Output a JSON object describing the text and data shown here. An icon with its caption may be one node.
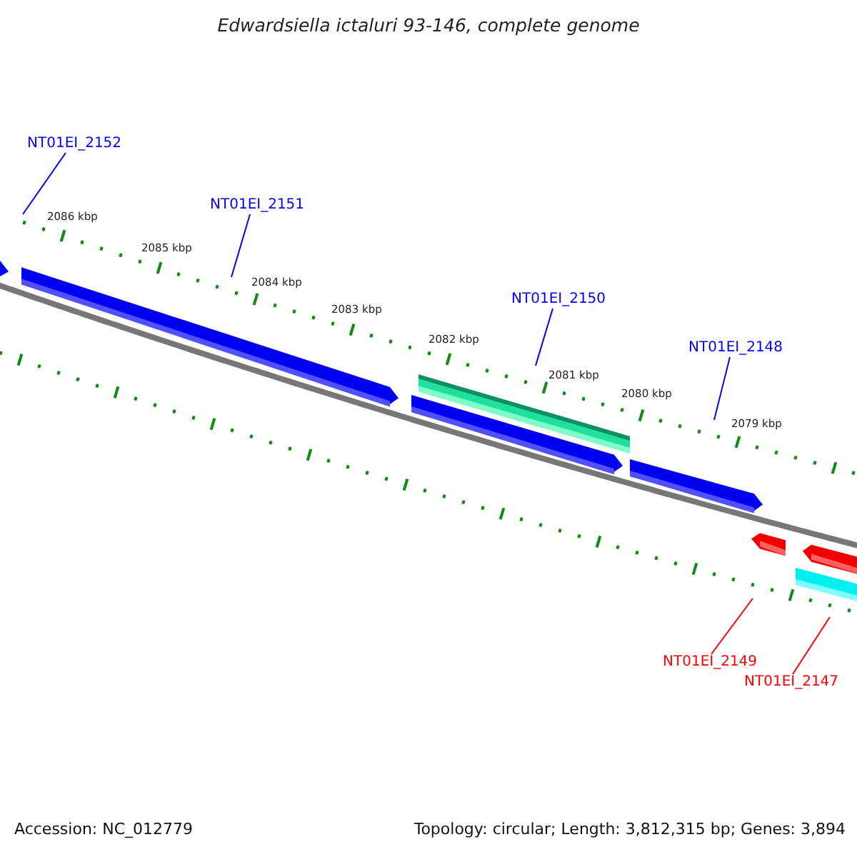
{
  "diagram": {
    "title": "Edwardsiella ictaluri 93-146, complete genome",
    "nodes": [
      {
        "text": [
          "NT01EI_2152"
        ]
      },
      {
        "text": [
          "NT01EI_2151"
        ]
      },
      {
        "text": [
          "NT01EI_2150"
        ]
      },
      {
        "text": [
          "NT01EI_2148"
        ]
      },
      {
        "text": [
          "NT01EI_2149"
        ]
      },
      {
        "text": [
          "NT01EI_2147"
        ]
      }
    ],
    "edges": [
      {
        "from": 0,
        "to": null,
        "arrow": "none"
      },
      {
        "from": 1,
        "to": null,
        "arrow": "none"
      },
      {
        "from": 2,
        "to": null,
        "arrow": "none"
      },
      {
        "from": 3,
        "to": null,
        "arrow": "none"
      },
      {
        "from": 4,
        "to": null,
        "arrow": "none",
        "color": "#ff0000"
      },
      {
        "from": 5,
        "to": null,
        "arrow": "none",
        "color": "#ff0000"
      }
    ],
    "labels": [
      "2086 kbp",
      "2085 kbp",
      "2084 kbp",
      "2083 kbp",
      "2082 kbp",
      "2081 kbp",
      "2080 kbp",
      "2079 kbp",
      "Accession: NC_012779",
      "Topology: circular; Length: 3,812,315 bp; Genes: 3,894"
    ]
  }
}
